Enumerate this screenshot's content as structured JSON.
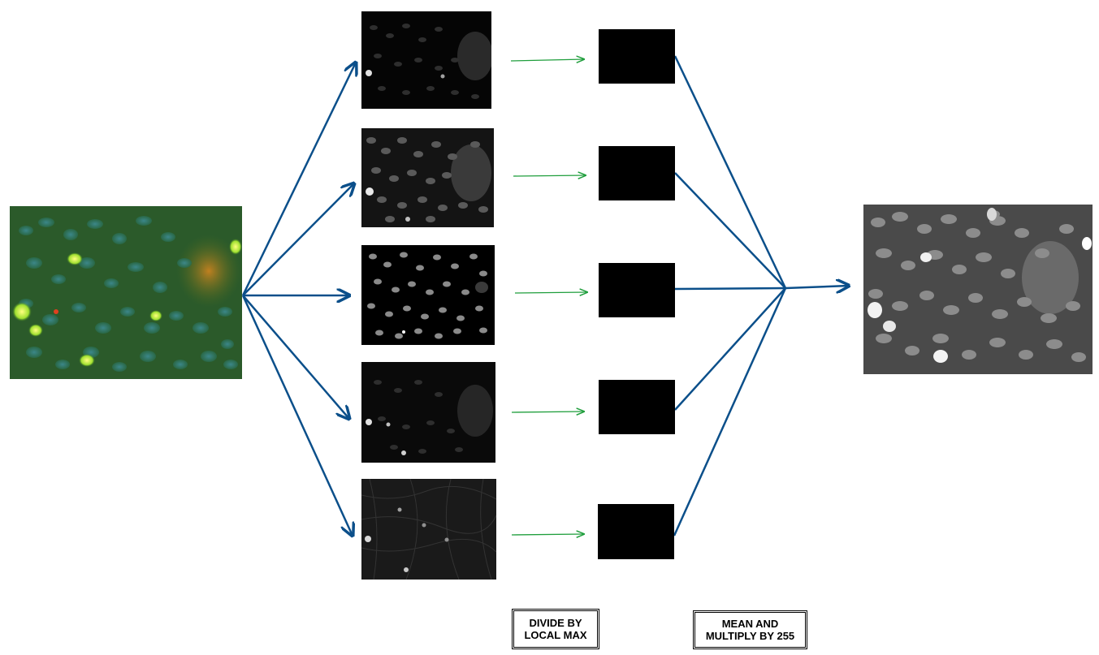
{
  "labels": {
    "divide": "DIVIDE BY\nLOCAL MAX",
    "mean": "MEAN AND\nMULTIPLY BY 255"
  },
  "images": {
    "input": "composite color microscopy image of cells",
    "channels": [
      "grayscale channel 1",
      "grayscale channel 2",
      "grayscale channel 3 (nuclei)",
      "grayscale channel 4",
      "grayscale channel 5"
    ],
    "output": "combined grayscale image"
  },
  "colors": {
    "blue_arrow": "#0b4f8a",
    "green_arrow": "#1f9e3c",
    "box": "#000000"
  }
}
